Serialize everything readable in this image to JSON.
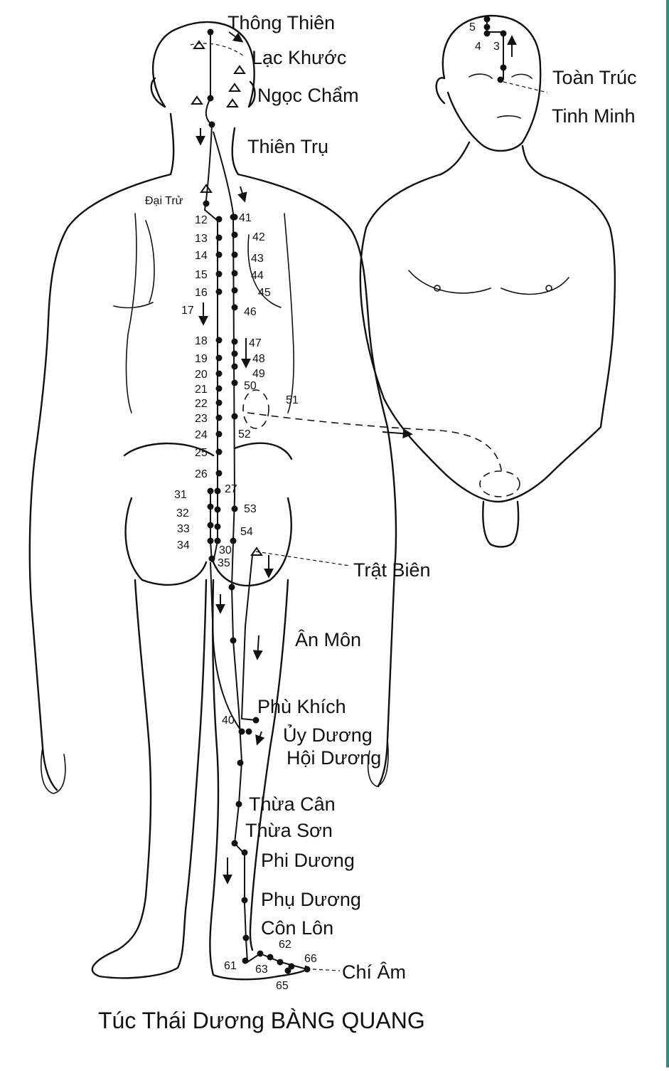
{
  "title": "Túc Thái Dương BÀNG QUANG",
  "accent_color": "#2f8a8a",
  "labels": {
    "thong_thien": "Thông Thiên",
    "lac_khuoc": "Lạc Khước",
    "ngoc_cham": "Ngọc  Chẩm",
    "thien_tru": "Thiên Trụ",
    "dai_tru": "Đại Trử",
    "toan_truc": "Toàn Trúc",
    "tinh_minh": "Tinh Minh",
    "trat_bien": "Trật Biên",
    "an_mon": "Ân Môn",
    "phu_khich": "Phù Khích",
    "uy_duong": "Ủy Dương",
    "hoi_duong": "Hội Dương",
    "thua_can": "Thừa Cân",
    "thua_son": "Thừa Sơn",
    "phi_duong": "Phi Dương",
    "phu_duong": "Phụ Dương",
    "con_lon": "Côn Lôn",
    "chi_am": "Chí Âm"
  },
  "numbers": {
    "inner": [
      "12",
      "13",
      "14",
      "15",
      "16",
      "17",
      "18",
      "19",
      "20",
      "21",
      "22",
      "23",
      "24",
      "25",
      "26"
    ],
    "outer": [
      "41",
      "42",
      "43",
      "44",
      "45",
      "46",
      "47",
      "48",
      "49",
      "50",
      "51",
      "52"
    ],
    "sacral": [
      "27",
      "31",
      "32",
      "33",
      "34",
      "30",
      "35",
      "53",
      "54"
    ],
    "head": [
      "5",
      "4",
      "3"
    ],
    "leg": [
      "40"
    ],
    "foot": [
      "62",
      "66",
      "61",
      "63",
      "65"
    ]
  }
}
